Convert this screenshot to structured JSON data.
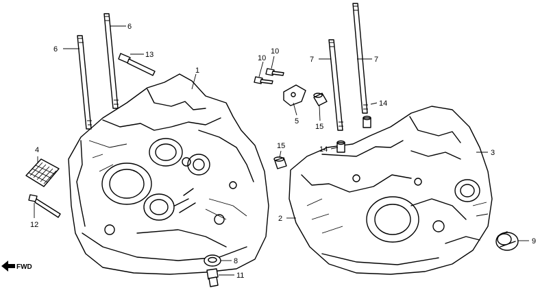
{
  "callouts": {
    "c1": "1",
    "c2": "2",
    "c3": "3",
    "c4": "4",
    "c5": "5",
    "c6a": "6",
    "c6b": "6",
    "c7a": "7",
    "c7b": "7",
    "c8": "8",
    "c9": "9",
    "c10a": "10",
    "c10b": "10",
    "c11": "11",
    "c12": "12",
    "c13": "13",
    "c14a": "14",
    "c14b": "14",
    "c15a": "15",
    "c15b": "15"
  },
  "fwd_label": "FWD",
  "icons": {
    "direction": "forward-arrow-icon"
  }
}
